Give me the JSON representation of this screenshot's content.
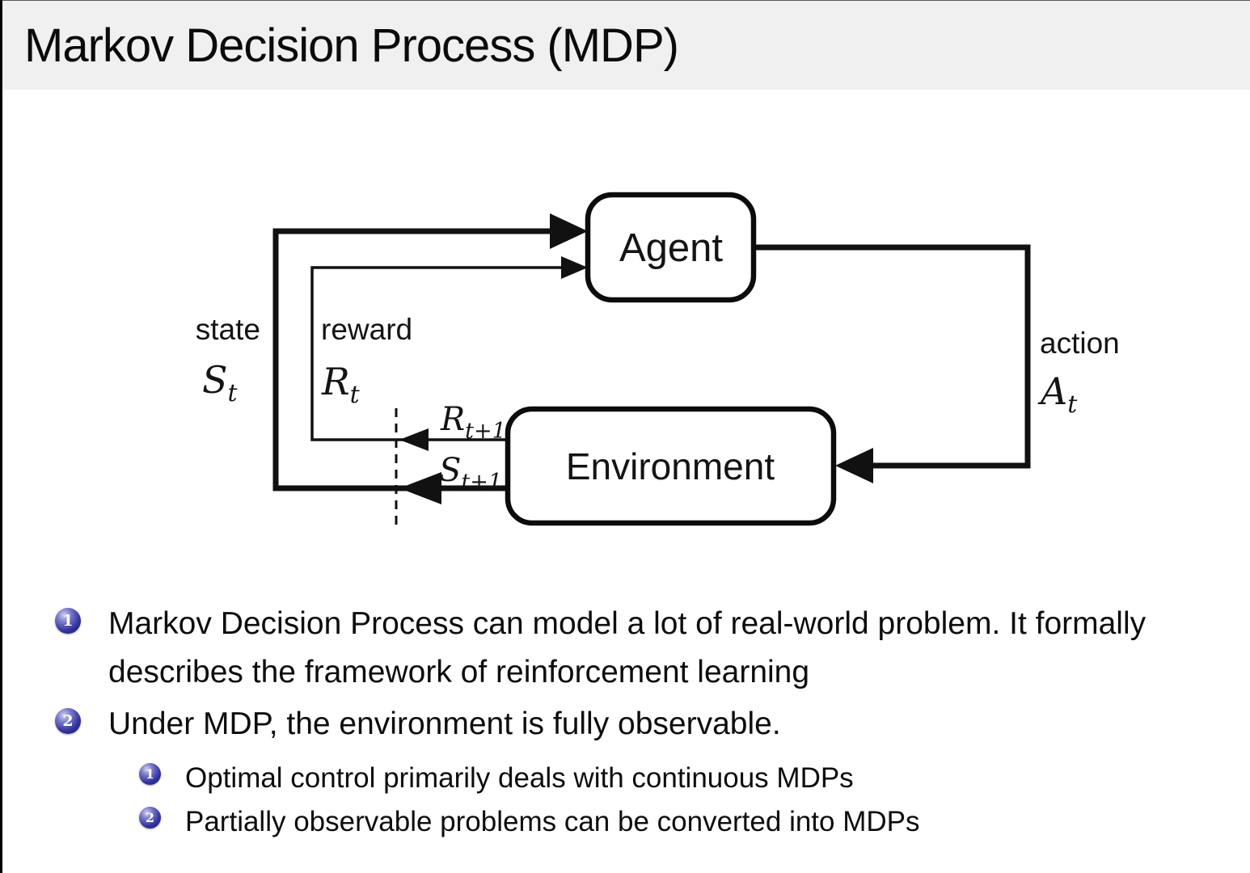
{
  "slide": {
    "title": "Markov Decision Process (MDP)",
    "accent_color": "#3434a0",
    "header_bg": "#f0f0f1"
  },
  "diagram": {
    "agent_label": "Agent",
    "environment_label": "Environment",
    "state_label": "state",
    "state_symbol": "S",
    "state_sub": "t",
    "reward_label": "reward",
    "reward_symbol": "R",
    "reward_sub": "t",
    "action_label": "action",
    "action_symbol": "A",
    "action_sub": "t",
    "next_reward_symbol": "R",
    "next_reward_sub": "t+1",
    "next_state_symbol": "S",
    "next_state_sub": "t+1"
  },
  "bullets": [
    {
      "number": "1",
      "text": "Markov Decision Process can model a lot of real-world problem. It formally describes the framework of reinforcement learning"
    },
    {
      "number": "2",
      "text": "Under MDP, the environment is fully observable.",
      "subitems": [
        {
          "number": "1",
          "text": "Optimal control primarily deals with continuous MDPs"
        },
        {
          "number": "2",
          "text": "Partially observable problems can be converted into MDPs"
        }
      ]
    }
  ]
}
